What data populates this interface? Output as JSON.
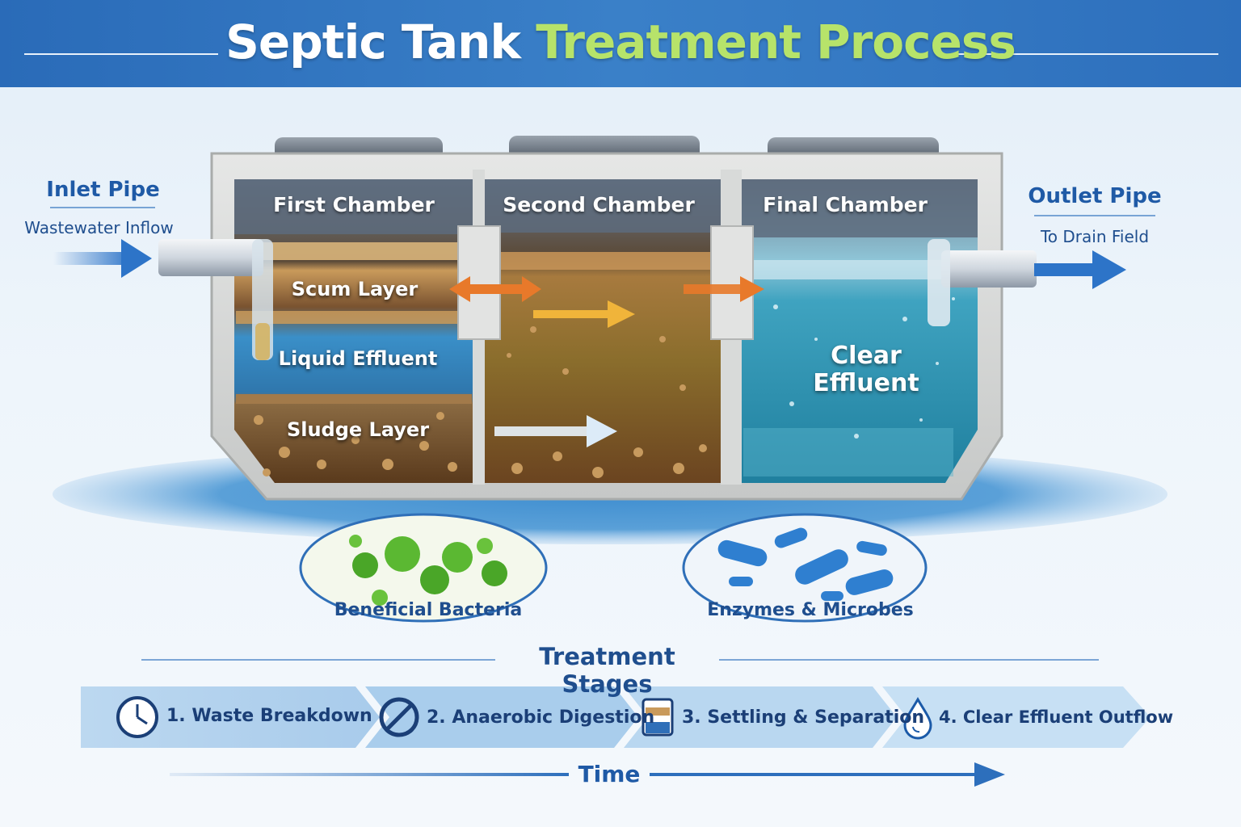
{
  "header": {
    "title_part1": "Septic Tank",
    "title_part2": "Treatment Process"
  },
  "inlet": {
    "title": "Inlet Pipe",
    "subtitle": "Wastewater Inflow"
  },
  "outlet": {
    "title": "Outlet Pipe",
    "subtitle": "To Drain Field"
  },
  "chambers": [
    {
      "label": "First Chamber"
    },
    {
      "label": "Second Chamber"
    },
    {
      "label": "Final Chamber"
    }
  ],
  "layers": {
    "scum": "Scum Layer",
    "liquid": "Liquid Effluent",
    "sludge": "Sludge Layer"
  },
  "clear_effluent": {
    "line1": "Clear",
    "line2": "Effluent"
  },
  "microbes": [
    {
      "label": "Beneficial Bacteria"
    },
    {
      "label": "Enzymes & Microbes"
    }
  ],
  "stages": {
    "title": "Treatment Stages",
    "items": [
      {
        "label": "1. Waste Breakdown",
        "icon": "clock-icon"
      },
      {
        "label": "2. Anaerobic Digestion",
        "icon": "no-oxygen-icon"
      },
      {
        "label": "3. Settling & Separation",
        "icon": "settling-jar-icon"
      },
      {
        "label": "4. Clear Effluent Outflow",
        "icon": "water-drop-icon"
      }
    ]
  },
  "timeline": {
    "label": "Time"
  },
  "colors": {
    "header_blue": "#2a6bb8",
    "title_green": "#b7e36a",
    "text_navy": "#1f4e8e",
    "scum_tan": "#c99a5b",
    "sludge_brown": "#6b4420",
    "liquid_blue": "#3a8fc8",
    "clear_teal": "#3fa3c0",
    "arrow_orange": "#e8792a",
    "bacteria_green": "#4aa628",
    "microbe_blue": "#2f7fd0"
  }
}
